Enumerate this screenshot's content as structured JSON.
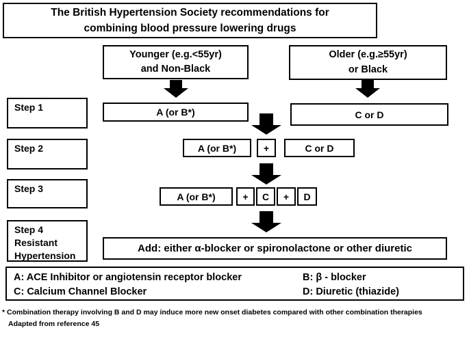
{
  "page": {
    "background_color": "#ffffff",
    "ink_color": "#000000"
  },
  "title": "The British Hypertension Society recommendations for\ncombining blood pressure lowering drugs",
  "patient_groups": {
    "younger": "Younger (e.g.<55yr)\nand Non-Black",
    "older": "Older (e.g.≥55yr)\nor Black"
  },
  "steps": [
    {
      "label": "Step 1"
    },
    {
      "label": "Step 2"
    },
    {
      "label": "Step 3"
    },
    {
      "label": "Step 4\nResistant\nHypertension"
    }
  ],
  "step1": {
    "left": "A (or B*)",
    "right": "C or D"
  },
  "step2": {
    "items": [
      "A (or B*)",
      "+",
      "C or D"
    ]
  },
  "step3": {
    "items": [
      "A (or B*)",
      "+",
      "C",
      "+",
      "D"
    ]
  },
  "step4": {
    "recommendation": "Add: either α-blocker or spironolactone or other diuretic"
  },
  "legend": {
    "items": [
      "A: ACE Inhibitor or angiotensin receptor blocker",
      "B: β - blocker",
      "C: Calcium Channel Blocker",
      "D: Diuretic (thiazide)"
    ]
  },
  "footnotes": [
    "* Combination therapy involving B and D may induce more new onset diabetes compared with other combination therapies",
    "Adapted from reference 45"
  ]
}
